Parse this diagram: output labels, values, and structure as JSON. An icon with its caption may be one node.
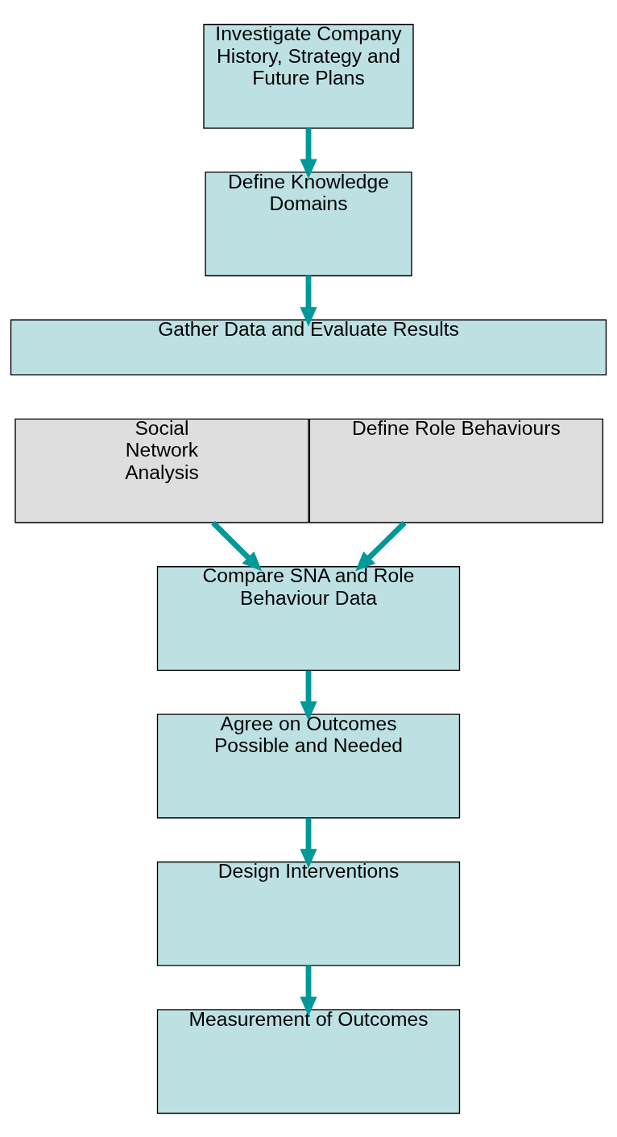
{
  "diagram": {
    "nodes": [
      {
        "text": [
          "Investigate Company History, Strategy and Future Plans"
        ]
      },
      {
        "text": [
          "Define Knowledge Domains"
        ]
      },
      {
        "text": [
          "Gather Data and Evaluate Results"
        ]
      },
      {
        "text": [
          "Social Network Analysis"
        ]
      },
      {
        "text": [
          "Define Role Behaviours"
        ]
      },
      {
        "text": [
          "Compare SNA and Role Behaviour Data"
        ]
      },
      {
        "text": [
          "Agree on Outcomes Possible and Needed"
        ]
      },
      {
        "text": [
          "Design Interventions"
        ]
      },
      {
        "text": [
          "Measurement of Outcomes"
        ]
      }
    ],
    "edges": [
      {
        "from": 0,
        "to": 1,
        "arrow": "to"
      },
      {
        "from": 1,
        "to": 2,
        "arrow": "to"
      },
      {
        "from": 3,
        "to": 5,
        "arrow": "to"
      },
      {
        "from": 4,
        "to": 5,
        "arrow": "to"
      },
      {
        "from": 5,
        "to": 6,
        "arrow": "to"
      },
      {
        "from": 6,
        "to": 7,
        "arrow": "to"
      },
      {
        "from": 7,
        "to": 8,
        "arrow": "to"
      }
    ]
  }
}
